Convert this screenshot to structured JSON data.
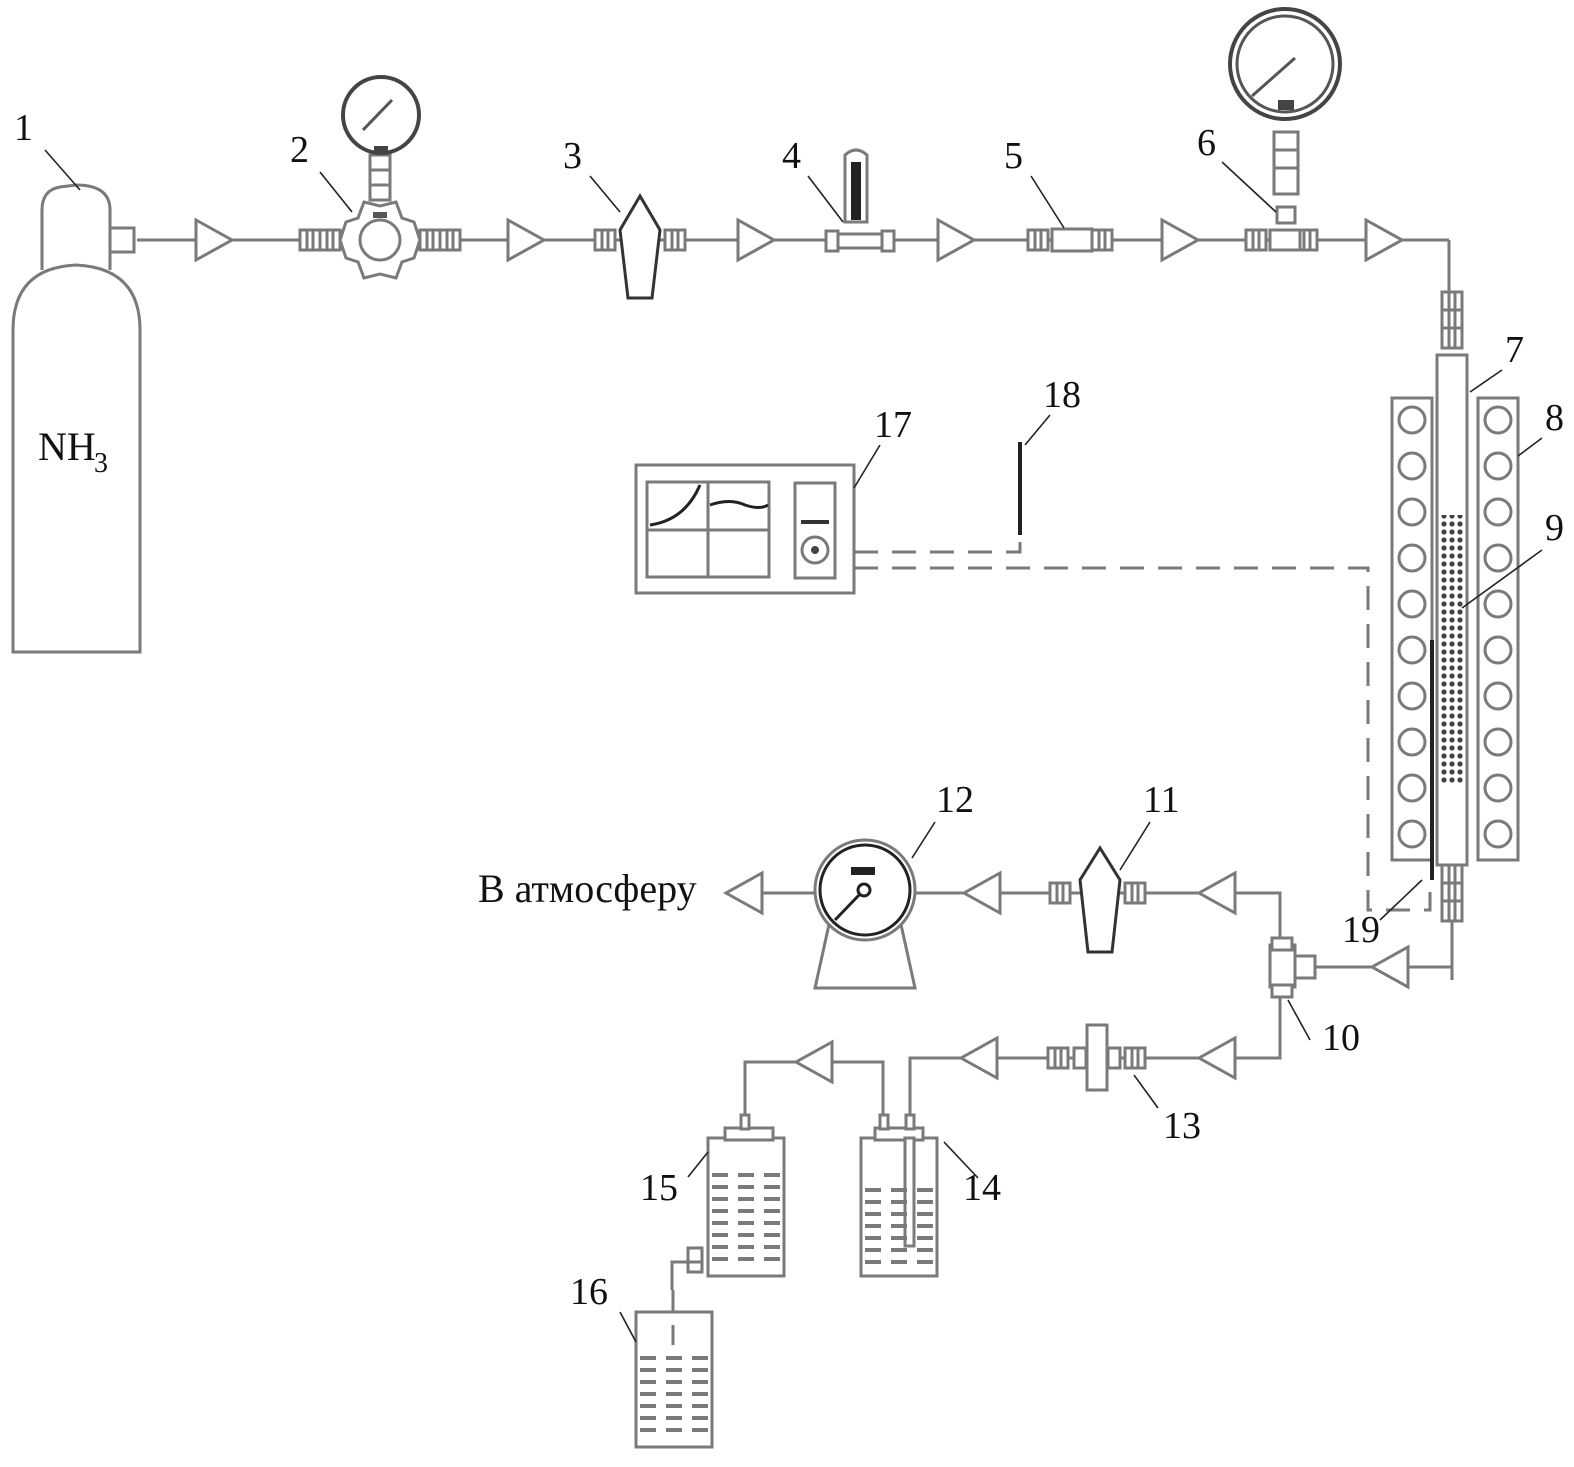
{
  "diagram": {
    "title": "Ammonia flow reactor setup",
    "cylinder_label": {
      "main": "NH",
      "subscript": "3"
    },
    "outlet_label": "В атмосферу",
    "callouts": [
      "1",
      "2",
      "3",
      "4",
      "5",
      "6",
      "7",
      "8",
      "9",
      "10",
      "11",
      "12",
      "13",
      "14",
      "15",
      "16",
      "17",
      "18",
      "19"
    ],
    "components": [
      {
        "id": "1",
        "name": "gas-cylinder"
      },
      {
        "id": "2",
        "name": "pressure-regulator"
      },
      {
        "id": "3",
        "name": "filter"
      },
      {
        "id": "4",
        "name": "flowmeter"
      },
      {
        "id": "5",
        "name": "check-valve"
      },
      {
        "id": "6",
        "name": "pressure-gauge-tee"
      },
      {
        "id": "7",
        "name": "reactor-tube"
      },
      {
        "id": "8",
        "name": "furnace"
      },
      {
        "id": "9",
        "name": "catalyst-bed"
      },
      {
        "id": "10",
        "name": "cross-fitting"
      },
      {
        "id": "11",
        "name": "filter"
      },
      {
        "id": "12",
        "name": "gas-meter"
      },
      {
        "id": "13",
        "name": "valve"
      },
      {
        "id": "14",
        "name": "absorber-bottle"
      },
      {
        "id": "15",
        "name": "absorber-bottle"
      },
      {
        "id": "16",
        "name": "collection-vessel"
      },
      {
        "id": "17",
        "name": "temperature-controller"
      },
      {
        "id": "18",
        "name": "thermocouple"
      },
      {
        "id": "19",
        "name": "thermocouple"
      }
    ]
  }
}
